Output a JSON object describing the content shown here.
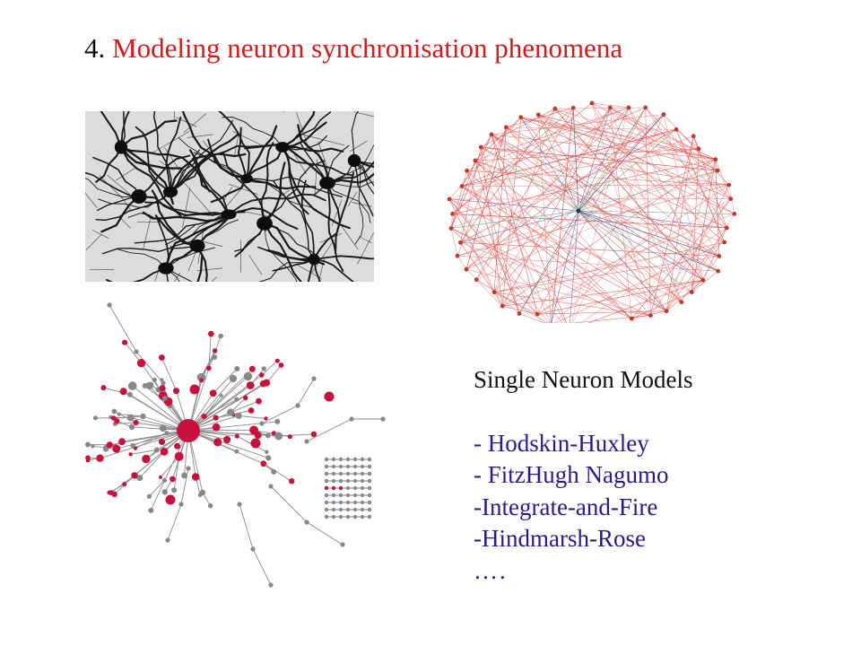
{
  "slide": {
    "title_number": "4.",
    "title_text": "Modeling neuron synchronisation phenomena"
  },
  "figures": {
    "neurons": "microscopy-neurons-image",
    "brain_network": "brain-connectivity-network",
    "graph": "neuron-network-graph"
  },
  "models": {
    "heading": "Single Neuron Models",
    "items": [
      "- Hodskin-Huxley",
      "- FitzHugh Nagumo",
      "-Integrate-and-Fire",
      "-Hindmarsh-Rose"
    ],
    "ellipsis": "…."
  },
  "colors": {
    "title_red": "#d01c1c",
    "list_blue": "#2a1a8c",
    "node_red": "#c8103c",
    "node_gray": "#888888"
  }
}
